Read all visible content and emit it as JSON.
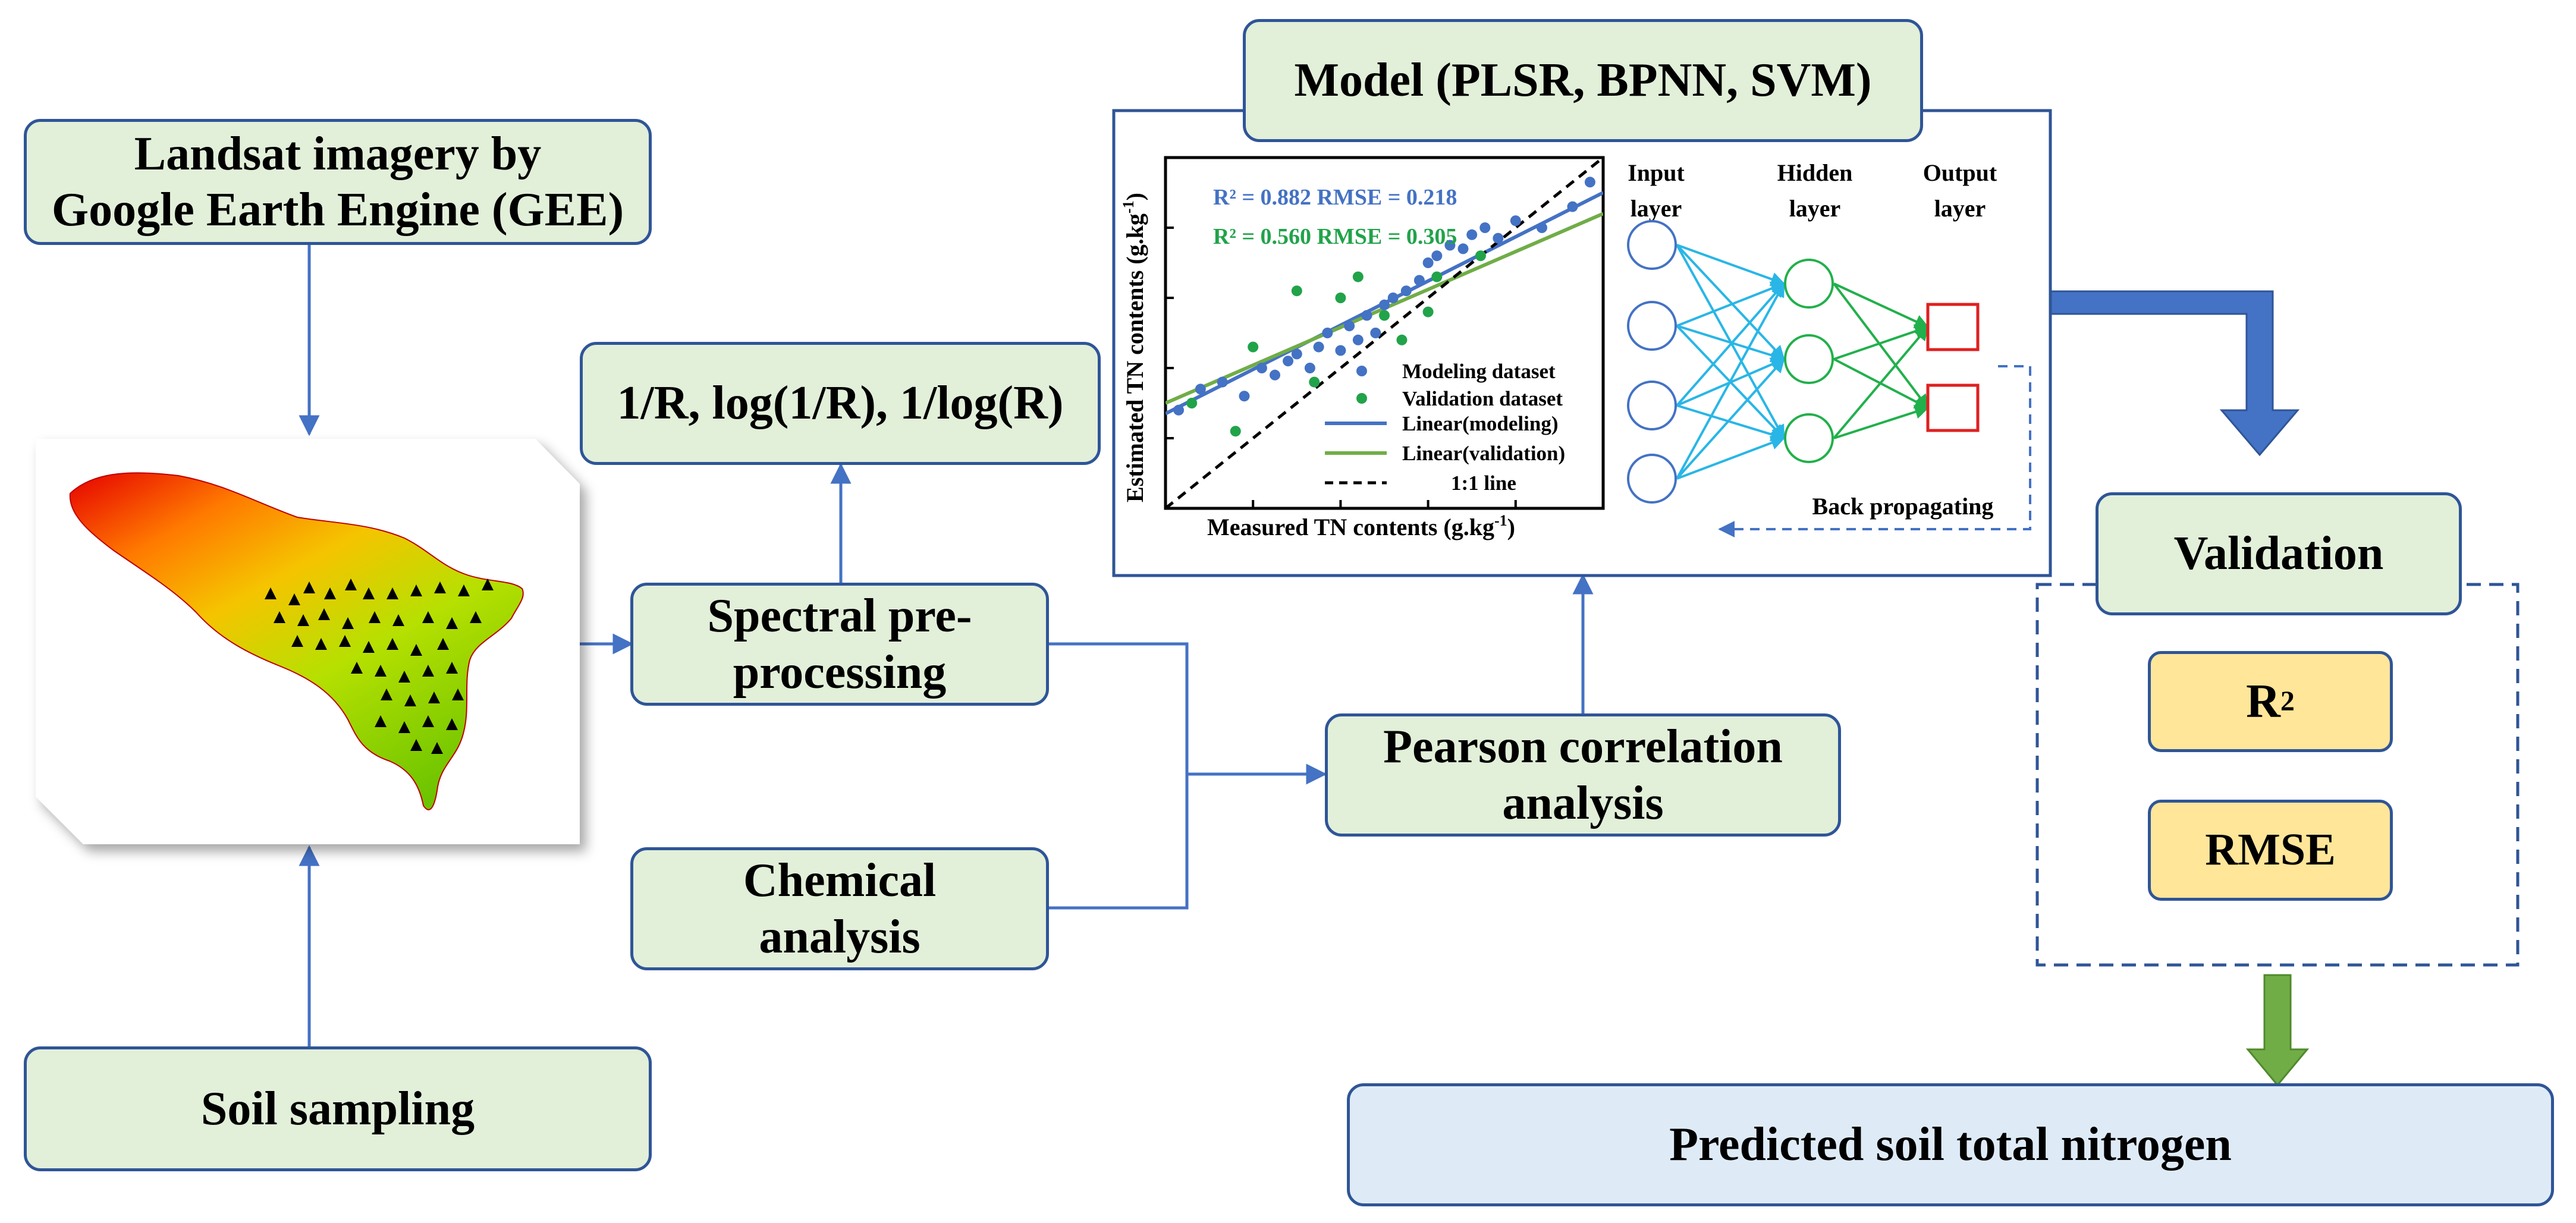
{
  "boxes": {
    "landsat": "Landsat imagery by\nGoogle Earth Engine (GEE)",
    "soil_sampling": "Soil sampling",
    "transforms": "1/R, log(1/R), 1/log(R)",
    "spectral": "Spectral pre-\nprocessing",
    "chemical": "Chemical\nanalysis",
    "pearson": "Pearson correlation\nanalysis",
    "model": "Model (PLSR, BPNN, SVM)",
    "validation": "Validation",
    "r2_base": "R",
    "r2_sup": "2",
    "rmse": "RMSE",
    "predicted": "Predicted soil total nitrogen"
  },
  "colors": {
    "box_fill": "#e2efd9",
    "box_border": "#2f5597",
    "metric_fill": "#ffe699",
    "result_fill": "#deebf7",
    "arrow": "#4472c4",
    "big_arrow_blue": "#4472c4",
    "big_arrow_green": "#70ad47",
    "map_high": "#e60000",
    "map_mid": "#f5c400",
    "map_low": "#8bd400",
    "nn_input_edge": "#29b6e6",
    "nn_hidden_edge": "#21b04b",
    "nn_output_node": "#e02020"
  },
  "scatter": {
    "ylabel": "Estimated TN contents (g.kg",
    "ylabel_sup": "-1",
    "ylabel_end": ")",
    "xlabel": "Measured TN contents (g.kg",
    "xlabel_sup": "-1",
    "xlabel_end": ")",
    "stat_model": "R² = 0.882  RMSE = 0.218",
    "stat_valid": "R² = 0.560  RMSE = 0.305",
    "legend_modeling": "Modeling dataset",
    "legend_validation": "Validation dataset",
    "legend_lin_model": "Linear(modeling)",
    "legend_lin_valid": "Linear(validation)",
    "legend_11": "1:1 line",
    "color_model": "#4472c4",
    "color_valid": "#21a34a"
  },
  "nn": {
    "input_label": "Input\nlayer",
    "hidden_label": "Hidden\nlayer",
    "output_label": "Output\nlayer",
    "back_label": "Back propagating"
  },
  "chart_data": {
    "type": "scatter",
    "xlabel": "Measured TN contents (g.kg-1)",
    "ylabel": "Estimated TN contents (g.kg-1)",
    "xlim": [
      0,
      1
    ],
    "ylim": [
      0,
      1
    ],
    "series": [
      {
        "name": "Modeling dataset",
        "color": "#4472c4",
        "points": [
          [
            0.03,
            0.28
          ],
          [
            0.08,
            0.34
          ],
          [
            0.13,
            0.36
          ],
          [
            0.18,
            0.32
          ],
          [
            0.22,
            0.4
          ],
          [
            0.25,
            0.38
          ],
          [
            0.28,
            0.42
          ],
          [
            0.3,
            0.44
          ],
          [
            0.33,
            0.4
          ],
          [
            0.35,
            0.46
          ],
          [
            0.37,
            0.5
          ],
          [
            0.4,
            0.45
          ],
          [
            0.42,
            0.52
          ],
          [
            0.44,
            0.48
          ],
          [
            0.46,
            0.55
          ],
          [
            0.48,
            0.5
          ],
          [
            0.5,
            0.58
          ],
          [
            0.52,
            0.6
          ],
          [
            0.55,
            0.62
          ],
          [
            0.58,
            0.65
          ],
          [
            0.6,
            0.7
          ],
          [
            0.62,
            0.72
          ],
          [
            0.65,
            0.75
          ],
          [
            0.68,
            0.74
          ],
          [
            0.7,
            0.78
          ],
          [
            0.73,
            0.8
          ],
          [
            0.76,
            0.77
          ],
          [
            0.8,
            0.82
          ],
          [
            0.86,
            0.8
          ],
          [
            0.93,
            0.86
          ],
          [
            0.97,
            0.93
          ]
        ]
      },
      {
        "name": "Validation dataset",
        "color": "#21a34a",
        "points": [
          [
            0.06,
            0.3
          ],
          [
            0.16,
            0.22
          ],
          [
            0.2,
            0.46
          ],
          [
            0.3,
            0.62
          ],
          [
            0.34,
            0.36
          ],
          [
            0.4,
            0.6
          ],
          [
            0.44,
            0.66
          ],
          [
            0.5,
            0.55
          ],
          [
            0.54,
            0.48
          ],
          [
            0.6,
            0.56
          ],
          [
            0.62,
            0.66
          ],
          [
            0.72,
            0.72
          ]
        ]
      }
    ],
    "lines": [
      {
        "name": "Linear(modeling)",
        "color": "#4472c4",
        "from": [
          0,
          0.27
        ],
        "to": [
          1,
          0.9
        ]
      },
      {
        "name": "Linear(validation)",
        "color": "#70ad47",
        "from": [
          0,
          0.3
        ],
        "to": [
          1,
          0.84
        ]
      },
      {
        "name": "1:1 line",
        "color": "#000000",
        "dash": true,
        "from": [
          0,
          0
        ],
        "to": [
          1,
          1
        ]
      }
    ],
    "annotations": [
      "R² = 0.882  RMSE = 0.218",
      "R² = 0.560  RMSE = 0.305"
    ]
  }
}
